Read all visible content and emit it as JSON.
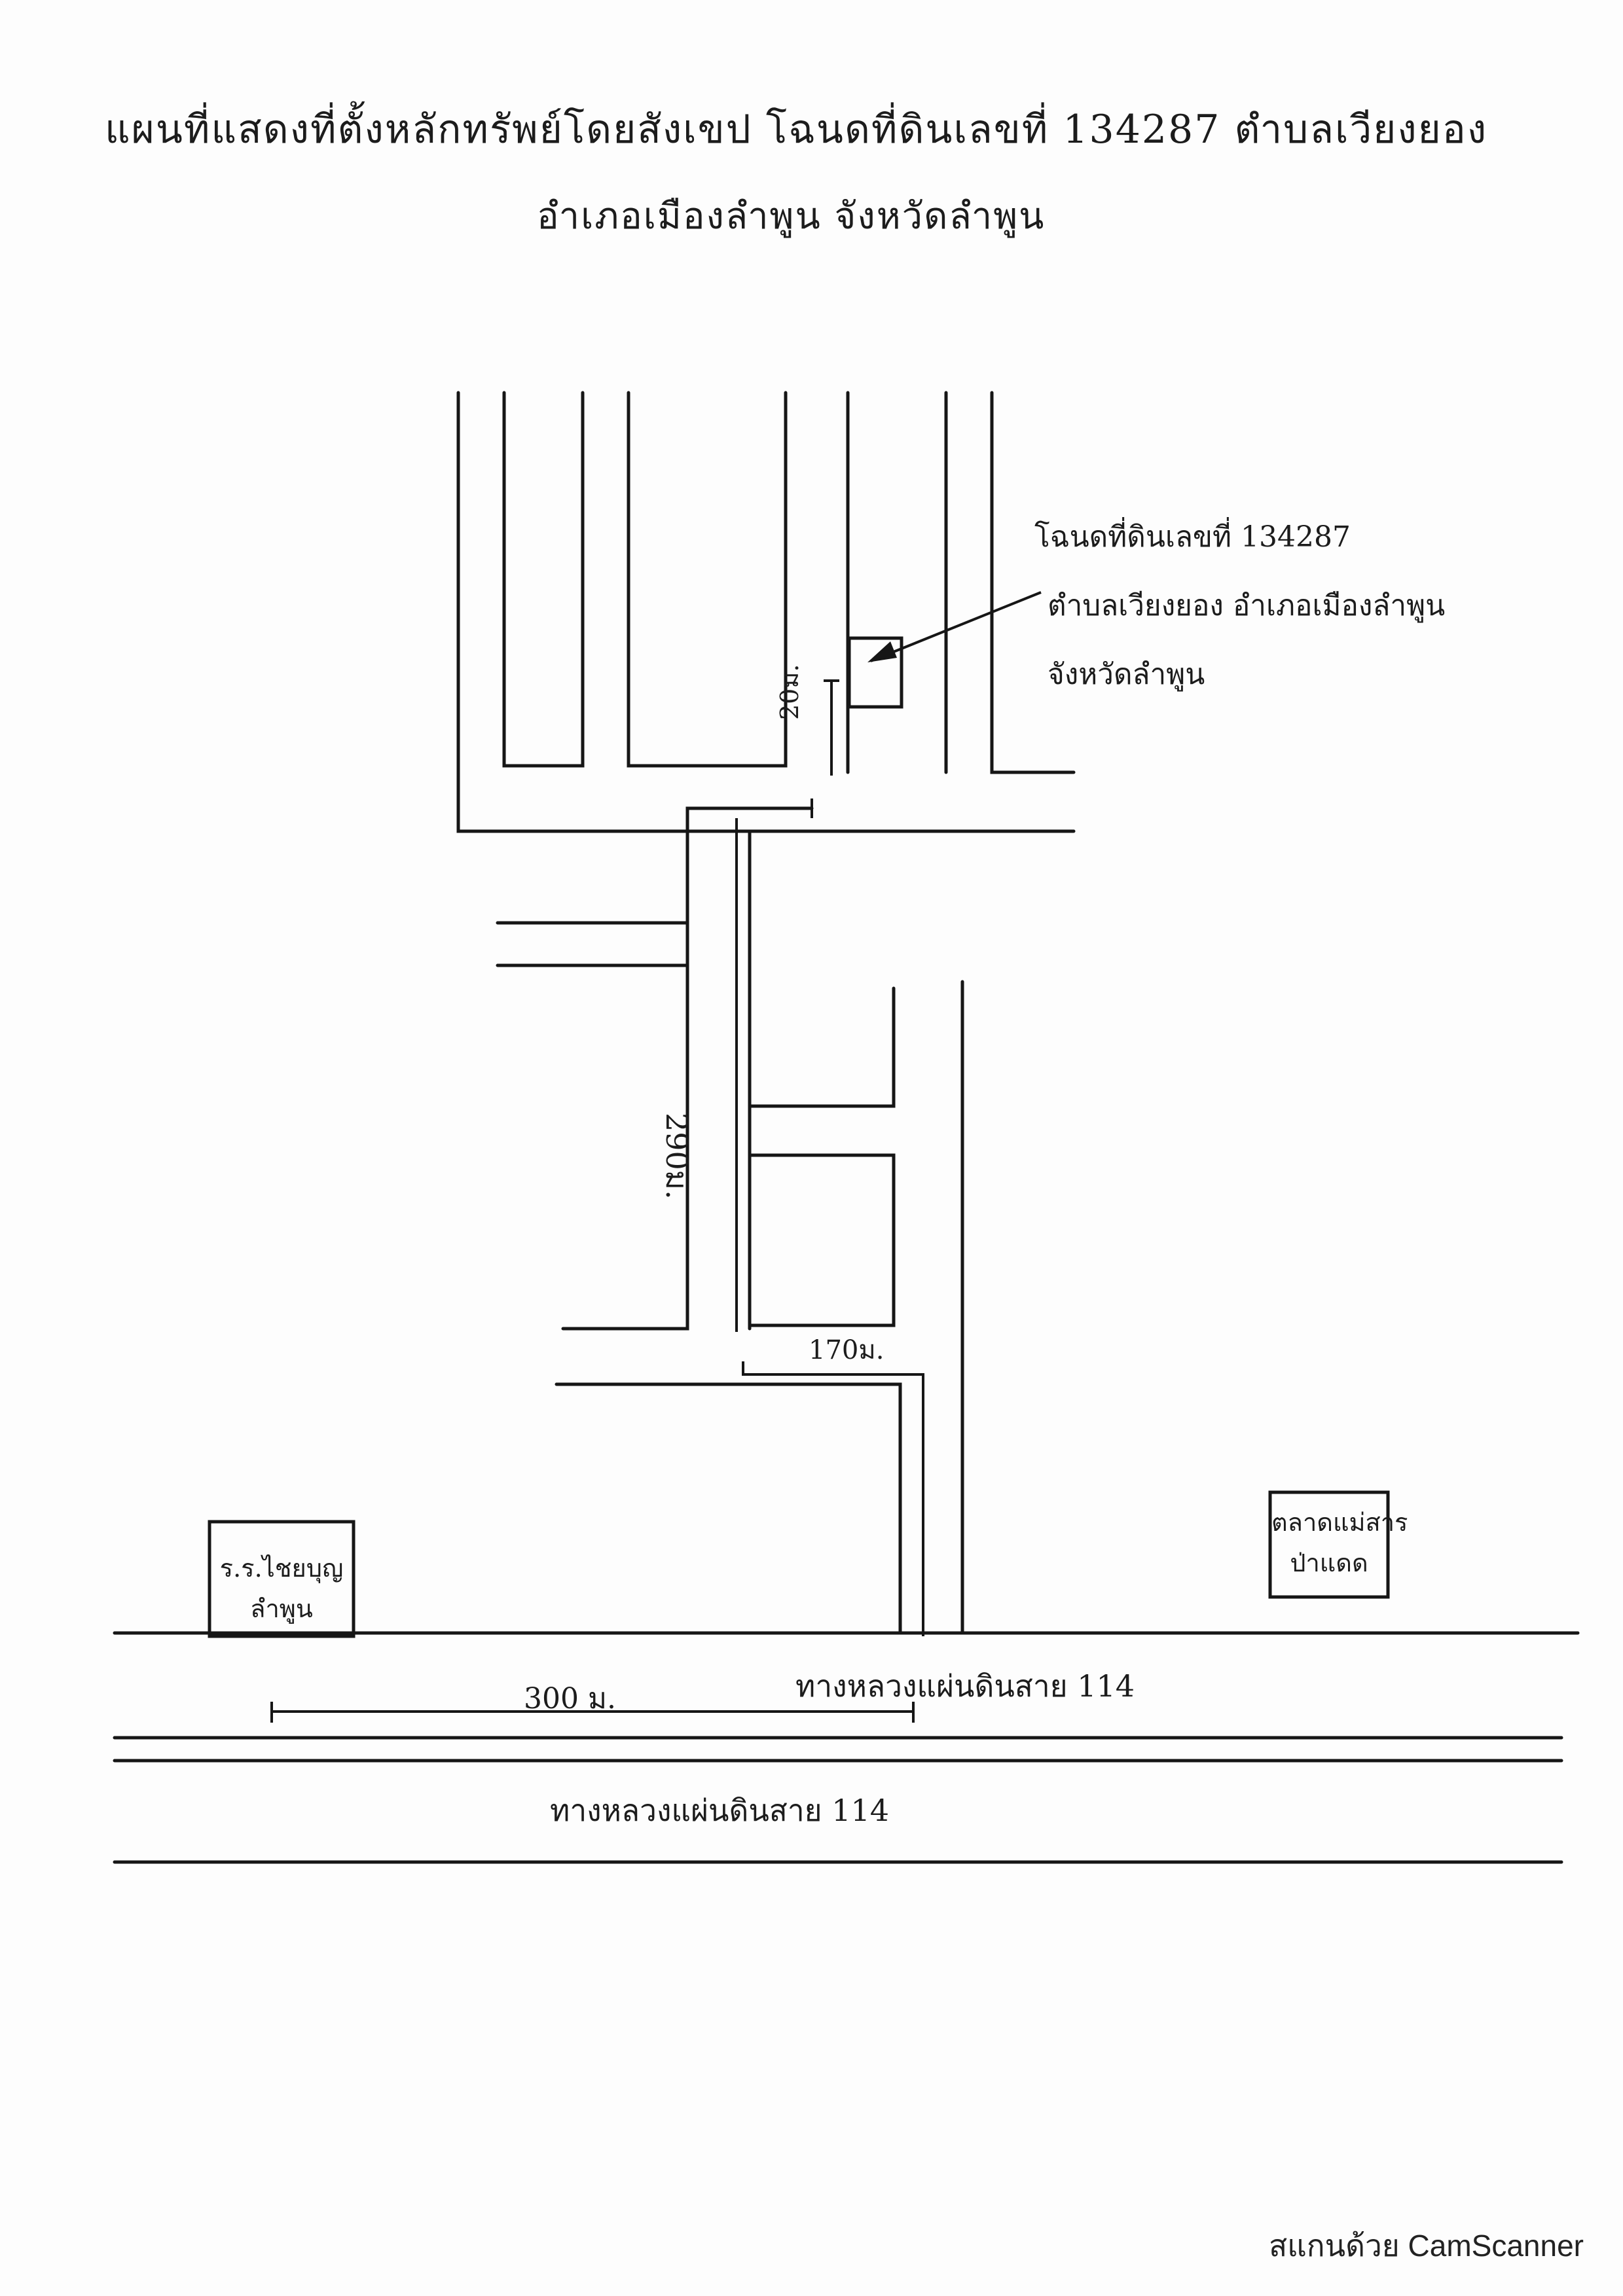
{
  "header": {
    "title_line1": "แผนที่แสดงที่ตั้งหลักทรัพย์โดยสังเขป  โฉนดที่ดินเลขที่ 134287  ตำบลเวียงยอง",
    "title_line2": "อำเภอเมืองลำพูน  จังหวัดลำพูน"
  },
  "target": {
    "label_line1": "โฉนดที่ดินเลขที่ 134287",
    "label_line2": "ตำบลเวียงยอง  อำเภอเมืองลำพูน",
    "label_line3": "จังหวัดลำพูน"
  },
  "distances": {
    "d20": "20ม.",
    "d290": "290ม.",
    "d170": "170ม.",
    "d300": "300 ม."
  },
  "landmarks": {
    "school_line1": "ร.ร.ไชยบุญ",
    "school_line2": "ลำพูน",
    "market_line1": "ตลาดแม่สาร",
    "market_line2": "ป่าแดด"
  },
  "roads": {
    "highway_upper": "ทางหลวงแผ่นดินสาย 114",
    "highway_lower": "ทางหลวงแผ่นดินสาย 114"
  },
  "footer": {
    "scanner_watermark": "สแกนด้วย CamScanner"
  },
  "colors": {
    "ink": "#161616",
    "paper": "#fdfdfd"
  }
}
